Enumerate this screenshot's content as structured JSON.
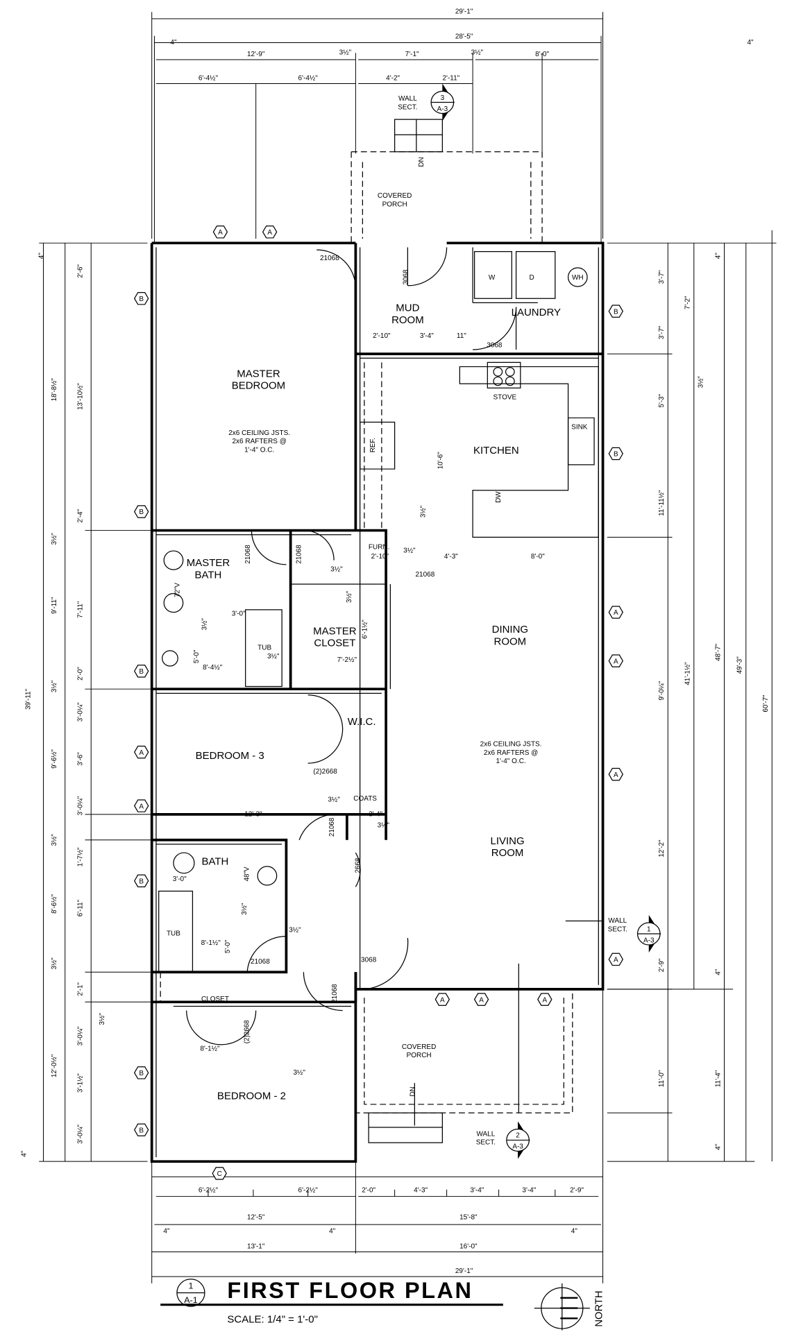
{
  "title": {
    "text": "FIRST FLOOR PLAN",
    "scale": "SCALE: 1/4\" = 1'-0\"",
    "ref_num": "1",
    "ref_sheet": "A-1",
    "north": "NORTH"
  },
  "rooms": {
    "master_bedroom": [
      "MASTER",
      "BEDROOM"
    ],
    "mud_room": [
      "MUD",
      "ROOM"
    ],
    "laundry": [
      "LAUNDRY"
    ],
    "kitchen": [
      "KITCHEN"
    ],
    "master_bath": [
      "MASTER",
      "BATH"
    ],
    "master_closet": [
      "MASTER",
      "CLOSET"
    ],
    "dining_room": [
      "DINING",
      "ROOM"
    ],
    "wic": [
      "W.I.C."
    ],
    "bedroom_3": [
      "BEDROOM - 3"
    ],
    "coats": [
      "COATS"
    ],
    "living_room": [
      "LIVING",
      "ROOM"
    ],
    "bath": [
      "BATH"
    ],
    "closet": [
      "CLOSET"
    ],
    "bedroom_2": [
      "BEDROOM - 2"
    ],
    "porch_top": [
      "COVERED",
      "PORCH"
    ],
    "porch_bottom": [
      "COVERED",
      "PORCH"
    ]
  },
  "fixtures": {
    "stove": "STOVE",
    "ref": "REF.",
    "dw": "DW",
    "sink": "SINK",
    "furn": "FURN.",
    "washer": "W",
    "dryer": "D",
    "water_heater": "WH",
    "tub1": "TUB",
    "tub2": "TUB",
    "dn1": "DN",
    "dn2": "DN"
  },
  "notes": {
    "framing1": [
      "2x6 CEILING JSTS.",
      "2x6 RAFTERS @",
      "1'-4\" O.C."
    ],
    "framing2": [
      "2x6 CEILING JSTS.",
      "2x6 RAFTERS @",
      "1'-4\" O.C."
    ]
  },
  "wall_sections": [
    {
      "label": [
        "WALL",
        "SECT."
      ],
      "num": "3",
      "sheet": "A-3"
    },
    {
      "label": [
        "WALL",
        "SECT."
      ],
      "num": "1",
      "sheet": "A-3"
    },
    {
      "label": [
        "WALL",
        "SECT."
      ],
      "num": "2",
      "sheet": "A-3"
    }
  ],
  "dims": {
    "top": [
      "29'-1\"",
      "28'-5\"",
      "4\"",
      "4\"",
      "12'-9\"",
      "3½\"",
      "7'-1\"",
      "3½\"",
      "8'-0\"",
      "6'-4½\"",
      "6'-4½\"",
      "4'-2\"",
      "2'-11\""
    ],
    "left": [
      "4\"",
      "2'-6\"",
      "18'-8½\"",
      "13'-10½\"",
      "2'-4\"",
      "3½\"",
      "9'-11\"",
      "7'-11\"",
      "2'-0\"",
      "3½\"",
      "39'-11\"",
      "3'-0¼\"",
      "9'-6½\"",
      "3'-6\"",
      "3'-0¼\"",
      "3½\"",
      "1'-7½\"",
      "8'-6½\"",
      "6'-11\"",
      "3½\"",
      "2'-1\"",
      "3½\"",
      "3'-0¼\"",
      "12'-0½\"",
      "3'-1½\"",
      "3'-0¼\"",
      "4\""
    ],
    "right": [
      "3'-7\"",
      "7'-2\"",
      "3'-7\"",
      "4\"",
      "3½\"",
      "5'-3\"",
      "11'-11½\"",
      "9'-0¼\"",
      "41'-1½\"",
      "48'-7\"",
      "49'-3\"",
      "60'-7\"",
      "12'-2\"",
      "2'-9\"",
      "4\"",
      "11'-0\"",
      "11'-4\"",
      "4\""
    ],
    "bottom": [
      "6'-2½\"",
      "6'-2½\"",
      "2'-0\"",
      "4'-3\"",
      "3'-4\"",
      "3'-4\"",
      "2'-9\"",
      "12'-5\"",
      "15'-8\"",
      "4\"",
      "4\"",
      "4\"",
      "13'-1\"",
      "16'-0\"",
      "29'-1\""
    ],
    "interior": [
      "21068",
      "3068",
      "2'-10\"",
      "3'-4\"",
      "11\"",
      "3068",
      "10'-6\"",
      "3½\"",
      "4'-3\"",
      "8'-0\"",
      "2'-10\"",
      "3½\"",
      "21068",
      "21068",
      "21068",
      "3½\"",
      "3'-0\"",
      "72\"V",
      "3½\"",
      "5'-0\"",
      "8'-4½\"",
      "3½\"",
      "7'-2½\"",
      "6'-1½\"",
      "3½\"",
      "(2)2668",
      "12'-3\"",
      "3½\"",
      "3'-4\"",
      "3½\"",
      "21068",
      "2668",
      "3'-0\"",
      "48\"V",
      "3½\"",
      "8'-1½\"",
      "5'-0\"",
      "3½\"",
      "21068",
      "21068",
      "3068",
      "8'-1½\"",
      "(2)2668",
      "3½\""
    ]
  },
  "window_tags": [
    "A",
    "A",
    "B",
    "B",
    "B",
    "B",
    "B",
    "B",
    "A",
    "A",
    "B",
    "B",
    "A",
    "A",
    "A",
    "A",
    "A",
    "A",
    "A",
    "C"
  ]
}
